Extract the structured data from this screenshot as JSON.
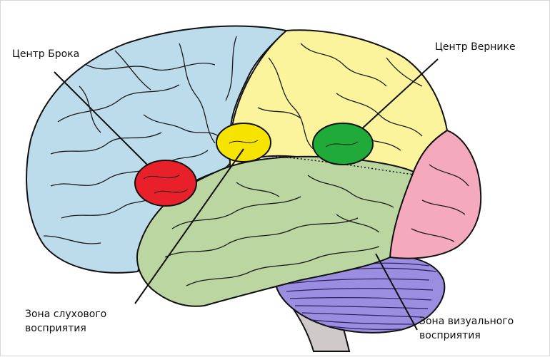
{
  "labels": {
    "broca": "Центр Брока",
    "wernicke": "Центр Вернике",
    "auditory_line1": "Зона слухового",
    "auditory_line2": "восприятия",
    "visual_line1": "Зона визуального",
    "visual_line2": "восприятия"
  },
  "colors": {
    "frontal": "#bcdcec",
    "parietal": "#fbf49c",
    "temporal": "#bcd6a2",
    "occipital": "#f4a9bd",
    "cerebellum": "#9b8de0",
    "brainstem": "#cfc9c9",
    "broca": "#e8202a",
    "wernicke": "#1faa3a",
    "auditory": "#f6e400"
  }
}
